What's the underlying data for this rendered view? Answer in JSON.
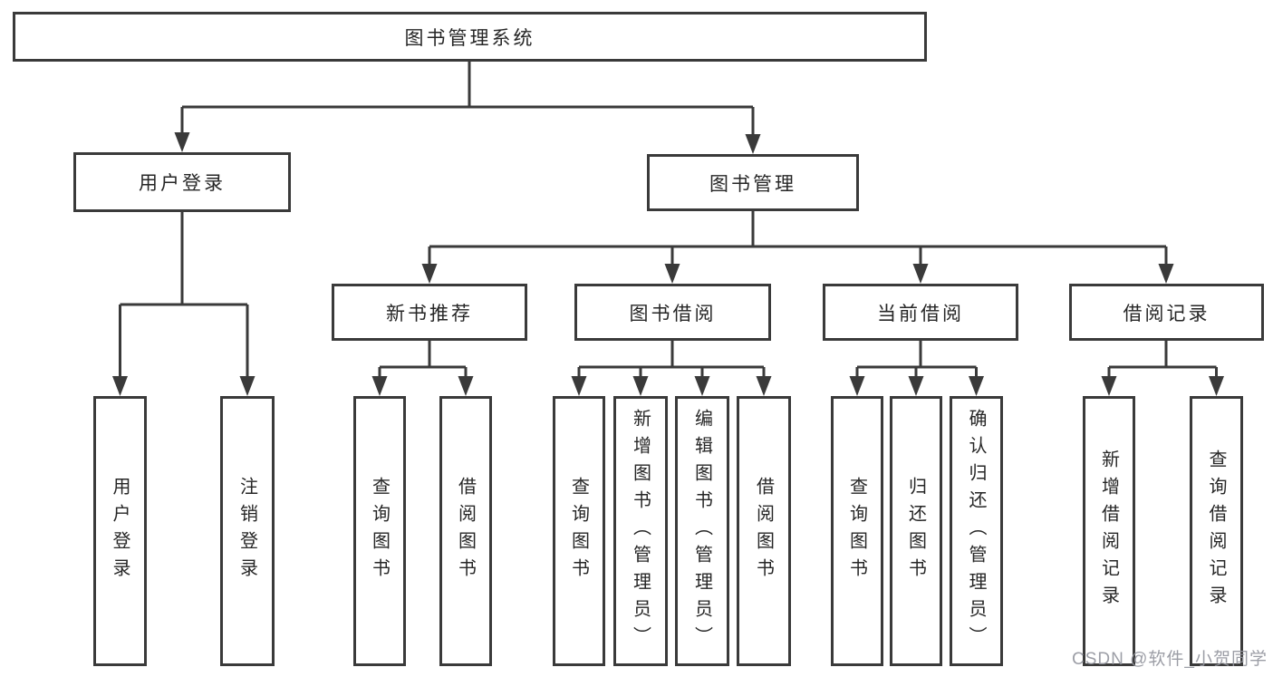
{
  "watermark": {
    "text": "CSDN @软件_小贺同学"
  },
  "colors": {
    "line": "#3a3a3a",
    "box_border": "#3a3a3a",
    "text": "#262626",
    "background": "#ffffff",
    "watermark": "#94969e"
  },
  "chart_type": "hierarchy-diagram",
  "tree": {
    "label": "图书管理系统",
    "children": [
      {
        "label": "用户登录",
        "children": [
          {
            "label": "用户登录"
          },
          {
            "label": "注销登录"
          }
        ]
      },
      {
        "label": "图书管理",
        "children": [
          {
            "label": "新书推荐",
            "children": [
              {
                "label": "查询图书"
              },
              {
                "label": "借阅图书"
              }
            ]
          },
          {
            "label": "图书借阅",
            "children": [
              {
                "label": "查询图书"
              },
              {
                "label": "新增图书（管理员）"
              },
              {
                "label": "编辑图书（管理员）"
              },
              {
                "label": "借阅图书"
              }
            ]
          },
          {
            "label": "当前借阅",
            "children": [
              {
                "label": "查询图书"
              },
              {
                "label": "归还图书"
              },
              {
                "label": "确认归还（管理员）"
              }
            ]
          },
          {
            "label": "借阅记录",
            "children": [
              {
                "label": "新增借阅记录"
              },
              {
                "label": "查询借阅记录"
              }
            ]
          }
        ]
      }
    ]
  }
}
